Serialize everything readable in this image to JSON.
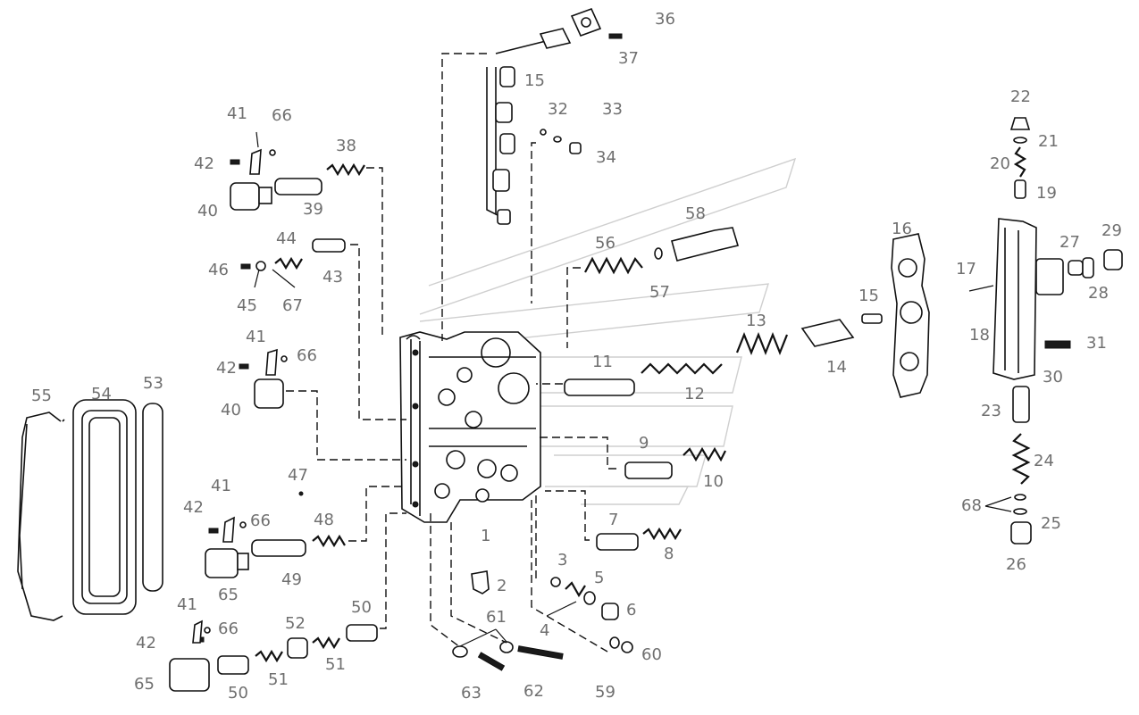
{
  "part_labels": [
    "1",
    "2",
    "3",
    "4",
    "5",
    "6",
    "7",
    "8",
    "9",
    "10",
    "11",
    "12",
    "13",
    "14",
    "15",
    "15",
    "16",
    "17",
    "18",
    "19",
    "20",
    "21",
    "22",
    "23",
    "24",
    "25",
    "26",
    "27",
    "28",
    "29",
    "30",
    "31",
    "32",
    "33",
    "34",
    "36",
    "37",
    "38",
    "39",
    "40",
    "40",
    "41",
    "41",
    "41",
    "41",
    "42",
    "42",
    "42",
    "42",
    "43",
    "44",
    "45",
    "46",
    "47",
    "48",
    "49",
    "50",
    "50",
    "51",
    "51",
    "52",
    "53",
    "54",
    "55",
    "56",
    "57",
    "58",
    "59",
    "60",
    "61",
    "62",
    "63",
    "65",
    "65",
    "66",
    "66",
    "66",
    "66",
    "67",
    "68"
  ]
}
